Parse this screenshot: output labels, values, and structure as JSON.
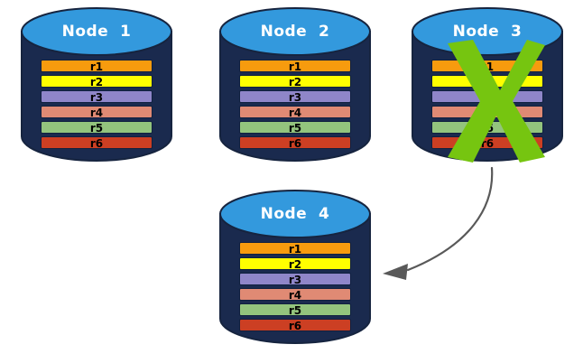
{
  "diagram": {
    "title": "",
    "colors": {
      "background": "#ffffff",
      "cylinder_body": "#1a2a4e",
      "cylinder_top": "#3399dd",
      "cylinder_outline": "#16243f",
      "x_mark_green": "#76c510",
      "arrow_gray": "#595959",
      "row_label_text": "#000000",
      "node_title_text": "#ffffff"
    },
    "row_colors": {
      "r1": "#f79b0e",
      "r2": "#ffff00",
      "r3": "#8f86c9",
      "r4": "#e08a74",
      "r5": "#93c47d",
      "r6": "#cc3f23"
    }
  },
  "nodes": [
    {
      "id": "node-1",
      "title": "Node  1",
      "failed": false,
      "rows": [
        {
          "label": "r1",
          "color": "#f79b0e"
        },
        {
          "label": "r2",
          "color": "#ffff00"
        },
        {
          "label": "r3",
          "color": "#8f86c9"
        },
        {
          "label": "r4",
          "color": "#e08a74"
        },
        {
          "label": "r5",
          "color": "#93c47d"
        },
        {
          "label": "r6",
          "color": "#cc3f23"
        }
      ]
    },
    {
      "id": "node-2",
      "title": "Node  2",
      "failed": false,
      "rows": [
        {
          "label": "r1",
          "color": "#f79b0e"
        },
        {
          "label": "r2",
          "color": "#ffff00"
        },
        {
          "label": "r3",
          "color": "#8f86c9"
        },
        {
          "label": "r4",
          "color": "#e08a74"
        },
        {
          "label": "r5",
          "color": "#93c47d"
        },
        {
          "label": "r6",
          "color": "#cc3f23"
        }
      ]
    },
    {
      "id": "node-3",
      "title": "Node  3",
      "failed": true,
      "rows": [
        {
          "label": "r1",
          "color": "#f79b0e"
        },
        {
          "label": "r2",
          "color": "#ffff00"
        },
        {
          "label": "r3",
          "color": "#8f86c9"
        },
        {
          "label": "r4",
          "color": "#e08a74"
        },
        {
          "label": "r5",
          "color": "#93c47d"
        },
        {
          "label": "r6",
          "color": "#cc3f23"
        }
      ]
    },
    {
      "id": "node-4",
      "title": "Node  4",
      "failed": false,
      "rows": [
        {
          "label": "r1",
          "color": "#f79b0e"
        },
        {
          "label": "r2",
          "color": "#ffff00"
        },
        {
          "label": "r3",
          "color": "#8f86c9"
        },
        {
          "label": "r4",
          "color": "#e08a74"
        },
        {
          "label": "r5",
          "color": "#93c47d"
        },
        {
          "label": "r6",
          "color": "#cc3f23"
        }
      ]
    }
  ],
  "annotations": {
    "failure_mark": "x-mark",
    "replication_arrow": "curved-arrow-node3-to-node4"
  }
}
